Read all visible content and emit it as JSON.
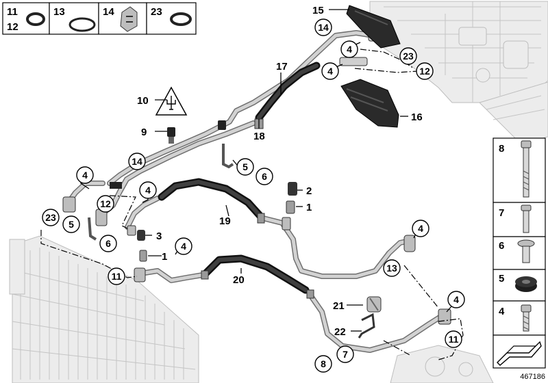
{
  "figure": {
    "number": "467186"
  },
  "legend_top": [
    {
      "id": "seal-11-12",
      "numbers": [
        "11",
        "12"
      ]
    },
    {
      "id": "seal-13",
      "numbers": [
        "13"
      ]
    },
    {
      "id": "clip-14",
      "numbers": [
        "14"
      ]
    },
    {
      "id": "seal-23",
      "numbers": [
        "23"
      ]
    }
  ],
  "legend_right": [
    {
      "id": "bolt-8",
      "number": "8"
    },
    {
      "id": "bolt-7",
      "number": "7"
    },
    {
      "id": "screw-6",
      "number": "6"
    },
    {
      "id": "grommet-5",
      "number": "5"
    },
    {
      "id": "screw-4",
      "number": "4"
    }
  ],
  "labels": {
    "p15": "15",
    "p14a": "14",
    "p4a": "4",
    "p23a": "23",
    "p4b": "4",
    "p12a": "12",
    "p17": "17",
    "p16": "16",
    "p10": "10",
    "p18": "18",
    "p9": "9",
    "p14b": "14",
    "p5a": "5",
    "p6a": "6",
    "p4c": "4",
    "p2": "2",
    "p4d": "4",
    "p1a": "1",
    "p12b": "12",
    "p23b": "23",
    "p19": "19",
    "p5b": "5",
    "p6b": "6",
    "p3": "3",
    "p4e": "4",
    "p1b": "1",
    "p4f": "4",
    "p11a": "11",
    "p13": "13",
    "p20": "20",
    "p21": "21",
    "p4g": "4",
    "p22": "22",
    "p11b": "11",
    "p8": "8",
    "p7": "7"
  }
}
